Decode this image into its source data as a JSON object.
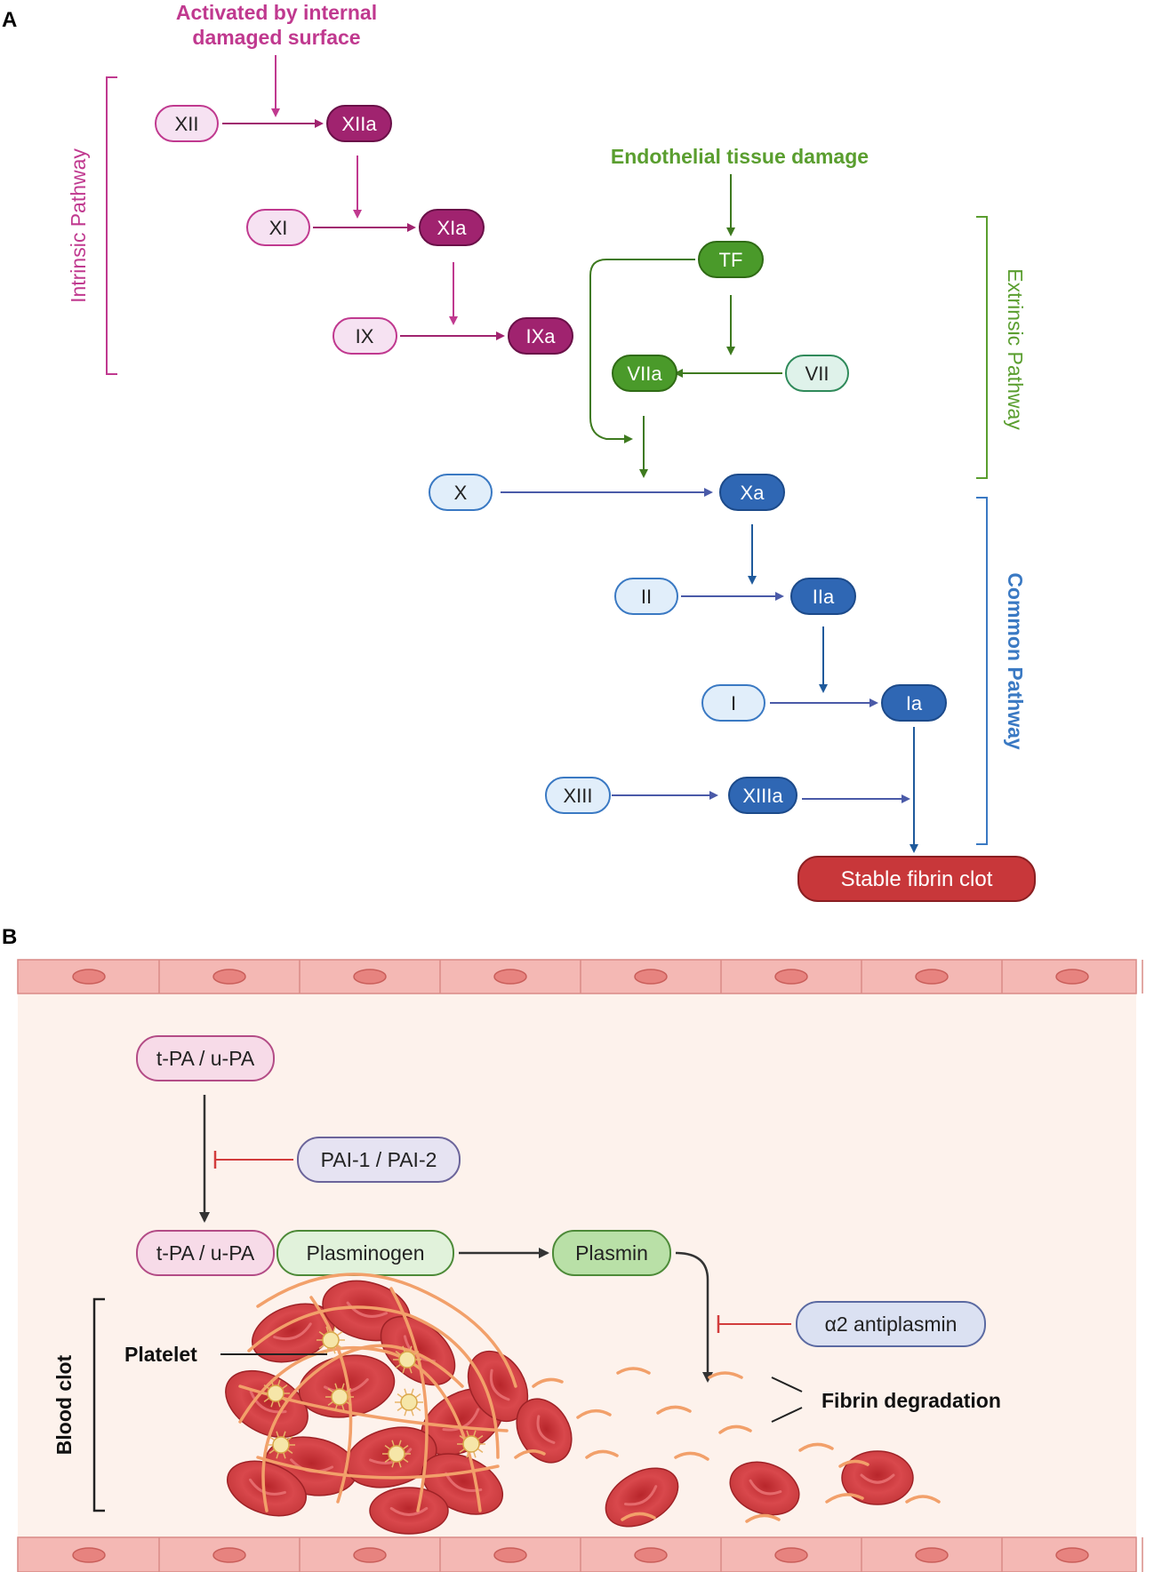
{
  "panels": {
    "a": "A",
    "b": "B"
  },
  "colors": {
    "intrinsic": "#c0398f",
    "intrinsic_dark": "#a0236f",
    "intrinsic_light": "#f6e2f2",
    "extrinsic": "#5a9e2f",
    "extrinsic_dark": "#3e8a1f",
    "extrinsic_light": "#dff2ea",
    "common": "#3a79c3",
    "common_dark": "#2f67b4",
    "common_light": "#e1eefa",
    "arrow_common": "#4a5aa8",
    "clot": "#c8373a",
    "inhibit": "#d23c3c",
    "vessel_bg": "#fdf2ec",
    "endothelium": "#f4b8b4"
  },
  "panel_a": {
    "top_label_line1": "Activated by internal",
    "top_label_line2": "damaged surface",
    "endothelial_label": "Endothelial tissue damage",
    "intrinsic_pathway": "Intrinsic Pathway",
    "extrinsic_pathway": "Extrinsic Pathway",
    "common_pathway": "Common Pathway",
    "nodes": {
      "xii": "XII",
      "xiia": "XIIa",
      "xi": "XI",
      "xia": "XIa",
      "ix": "IX",
      "ixa": "IXa",
      "tf": "TF",
      "viia": "VIIa",
      "vii": "VII",
      "x": "X",
      "xa": "Xa",
      "ii": "II",
      "iia": "IIa",
      "i": "I",
      "ia": "Ia",
      "xiii": "XIII",
      "xiiia": "XIIIa",
      "clot": "Stable fibrin clot"
    }
  },
  "panel_b": {
    "tpa_upa_top": "t-PA / u-PA",
    "pai": "PAI-1 / PAI-2",
    "tpa_upa_bound": "t-PA / u-PA",
    "plasminogen": "Plasminogen",
    "plasmin": "Plasmin",
    "antiplasmin": "α2 antiplasmin",
    "platelet": "Platelet",
    "fibrin_degradation": "Fibrin degradation",
    "blood_clot": "Blood clot"
  }
}
